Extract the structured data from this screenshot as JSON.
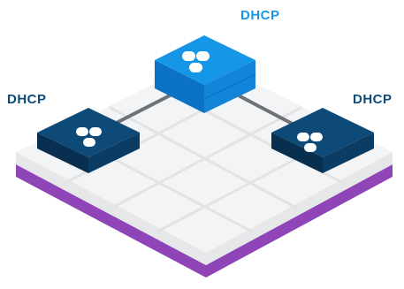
{
  "nodes": {
    "center": {
      "label": "DHCP",
      "label_color": "#1596e6",
      "box_color": "#1596e6",
      "box_side_color": "#0b72c6",
      "box_front_color": "#1285d8"
    },
    "left": {
      "label": "DHCP",
      "label_color": "#0e4a78",
      "box_color": "#0e4a78",
      "box_side_color": "#082f50",
      "box_front_color": "#0b3c63"
    },
    "right": {
      "label": "DHCP",
      "label_color": "#0e4a78",
      "box_color": "#0e4a78",
      "box_side_color": "#082f50",
      "box_front_color": "#0b3c63"
    }
  },
  "platform": {
    "top_color": "#f3f4f5",
    "side_color": "#e6e7e8",
    "base_color": "#8f44b8",
    "grid_color": "#e2e3e5"
  },
  "links": {
    "color": "#6f7377"
  },
  "icons": {
    "node_icon": "grid-squares-icon",
    "icon_color": "#ffffff"
  }
}
